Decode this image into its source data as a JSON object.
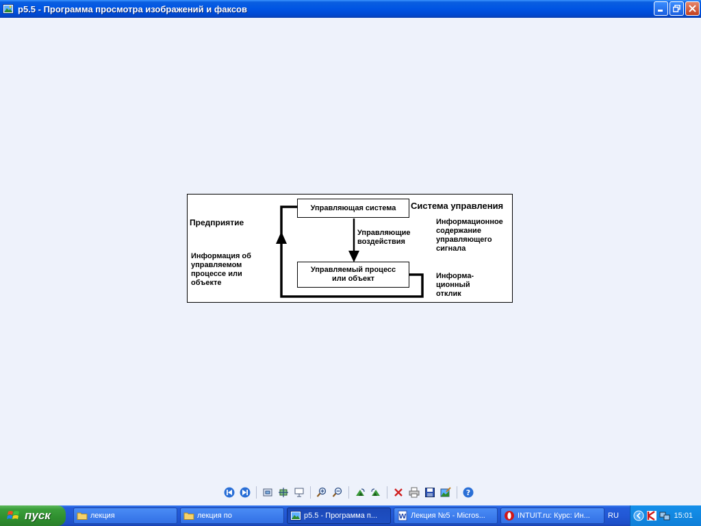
{
  "window": {
    "title": "p5.5 - Программа просмотра изображений и факсов",
    "icon": "picture-viewer-icon"
  },
  "diagram": {
    "box_control": "Управляющая система",
    "box_process_line1": "Управляемый процесс",
    "box_process_line2": "или объект",
    "label_system": "Система управления",
    "label_enterprise": "Предприятие",
    "label_actions_line1": "Управляющие",
    "label_actions_line2": "воздействия",
    "label_info_content_line1": "Информационное",
    "label_info_content_line2": "содержание",
    "label_info_content_line3": "управляющего",
    "label_info_content_line4": "сигнала",
    "label_info_about_line1": "Информация об",
    "label_info_about_line2": "управляемом",
    "label_info_about_line3": "процессе или",
    "label_info_about_line4": "объекте",
    "label_response_line1": "Информа-",
    "label_response_line2": "ционный",
    "label_response_line3": "отклик"
  },
  "toolbar": {
    "buttons": [
      "previous-image",
      "next-image",
      "best-fit",
      "actual-size",
      "slideshow",
      "zoom-in",
      "zoom-out",
      "rotate-clockwise",
      "rotate-counterclockwise",
      "delete",
      "print",
      "copy-to",
      "open-for-editing",
      "help"
    ]
  },
  "taskbar": {
    "start_label": "пуск",
    "tasks": [
      {
        "label": "лекция",
        "icon": "folder-icon"
      },
      {
        "label": "лекция по",
        "icon": "folder-icon"
      },
      {
        "label": "p5.5 - Программа п...",
        "icon": "picture-viewer-icon"
      },
      {
        "label": "Лекция №5 - Micros...",
        "icon": "word-icon"
      },
      {
        "label": "INTUIT.ru: Курс: Ин...",
        "icon": "opera-icon"
      }
    ],
    "language": "RU",
    "clock": "15:01"
  }
}
